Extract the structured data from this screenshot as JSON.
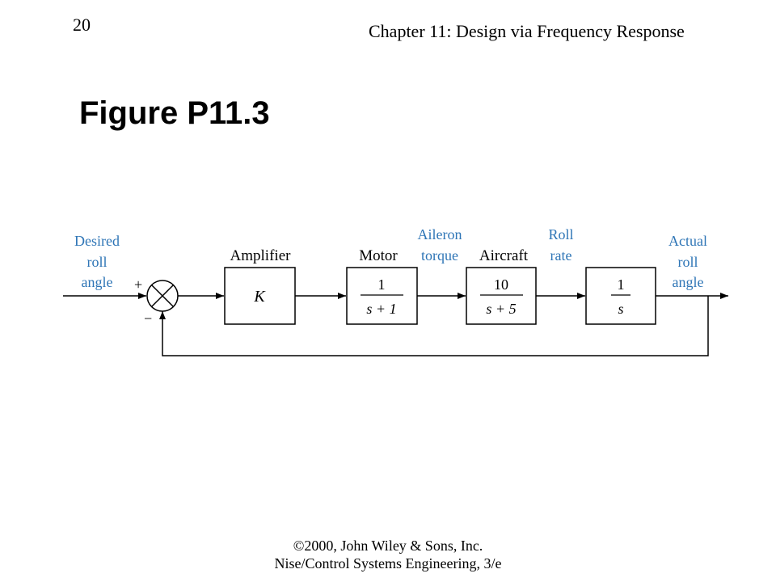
{
  "header": {
    "page_number": "20",
    "chapter_title": "Chapter 11: Design via Frequency Response"
  },
  "figure": {
    "title": "Figure P11.3"
  },
  "diagram": {
    "colors": {
      "signal_label": "#2e75b6",
      "line": "#000000"
    },
    "input_label": [
      "Desired",
      "roll",
      "angle"
    ],
    "output_label": [
      "Actual",
      "roll",
      "angle"
    ],
    "plus_sign": "+",
    "minus_sign": "−",
    "amplifier": {
      "title": "Amplifier",
      "content": "K"
    },
    "motor": {
      "title": "Motor",
      "numerator": "1",
      "denominator": "s + 1"
    },
    "aircraft": {
      "title": "Aircraft",
      "numerator": "10",
      "denominator": "s + 5"
    },
    "integrator": {
      "numerator": "1",
      "denominator": "s"
    },
    "aileron_label": [
      "Aileron",
      "torque"
    ],
    "roll_rate_label": [
      "Roll",
      "rate"
    ]
  },
  "footer": {
    "line1": "©2000, John Wiley & Sons, Inc.",
    "line2": "Nise/Control Systems Engineering, 3/e"
  }
}
